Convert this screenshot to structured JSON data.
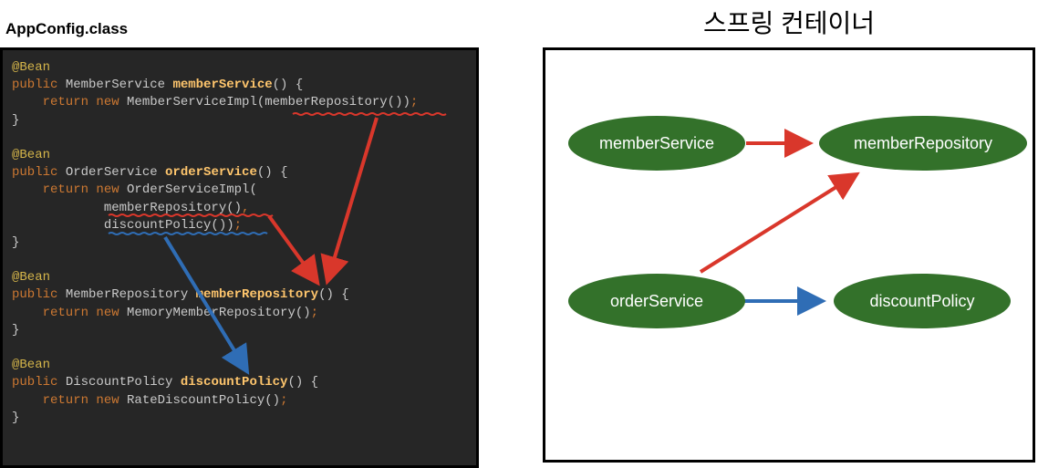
{
  "file_label": "AppConfig.class",
  "container_title": "스프링 컨테이너",
  "code": {
    "lines": [
      [
        {
          "t": "@Bean",
          "c": "ann"
        }
      ],
      [
        {
          "t": "public ",
          "c": "kw"
        },
        {
          "t": "MemberService ",
          "c": "type"
        },
        {
          "t": "memberService",
          "c": "fn"
        },
        {
          "t": "() {",
          "c": "call"
        }
      ],
      [
        {
          "t": "    return new ",
          "c": "kw"
        },
        {
          "t": "MemberServiceImpl(memberRepository())",
          "c": "call"
        },
        {
          "t": ";",
          "c": "punct"
        }
      ],
      [
        {
          "t": "}",
          "c": "call"
        }
      ],
      [
        {
          "t": "",
          "c": "call"
        }
      ],
      [
        {
          "t": "@Bean",
          "c": "ann"
        }
      ],
      [
        {
          "t": "public ",
          "c": "kw"
        },
        {
          "t": "OrderService ",
          "c": "type"
        },
        {
          "t": "orderService",
          "c": "fn"
        },
        {
          "t": "() {",
          "c": "call"
        }
      ],
      [
        {
          "t": "    return new ",
          "c": "kw"
        },
        {
          "t": "OrderServiceImpl(",
          "c": "call"
        }
      ],
      [
        {
          "t": "            memberRepository()",
          "c": "call"
        },
        {
          "t": ",",
          "c": "punct"
        }
      ],
      [
        {
          "t": "            discountPolicy())",
          "c": "call"
        },
        {
          "t": ";",
          "c": "punct"
        }
      ],
      [
        {
          "t": "}",
          "c": "call"
        }
      ],
      [
        {
          "t": "",
          "c": "call"
        }
      ],
      [
        {
          "t": "@Bean",
          "c": "ann"
        }
      ],
      [
        {
          "t": "public ",
          "c": "kw"
        },
        {
          "t": "MemberRepository ",
          "c": "type"
        },
        {
          "t": "memberRepository",
          "c": "fn"
        },
        {
          "t": "() {",
          "c": "call"
        }
      ],
      [
        {
          "t": "    return new ",
          "c": "kw"
        },
        {
          "t": "MemoryMemberRepository()",
          "c": "call"
        },
        {
          "t": ";",
          "c": "punct"
        }
      ],
      [
        {
          "t": "}",
          "c": "call"
        }
      ],
      [
        {
          "t": "",
          "c": "call"
        }
      ],
      [
        {
          "t": "@Bean",
          "c": "ann"
        }
      ],
      [
        {
          "t": "public ",
          "c": "kw"
        },
        {
          "t": "DiscountPolicy ",
          "c": "type"
        },
        {
          "t": "discountPolicy",
          "c": "fn"
        },
        {
          "t": "() {",
          "c": "call"
        }
      ],
      [
        {
          "t": "    return new ",
          "c": "kw"
        },
        {
          "t": "RateDiscountPolicy()",
          "c": "call"
        },
        {
          "t": ";",
          "c": "punct"
        }
      ],
      [
        {
          "t": "}",
          "c": "call"
        }
      ]
    ]
  },
  "nodes": {
    "member_service": "memberService",
    "member_repository": "memberRepository",
    "order_service": "orderService",
    "discount_policy": "discountPolicy"
  },
  "colors": {
    "node_fill": "#33712a",
    "arrow_red": "#d9372b",
    "arrow_blue": "#2f6db5",
    "code_bg": "#262626"
  }
}
